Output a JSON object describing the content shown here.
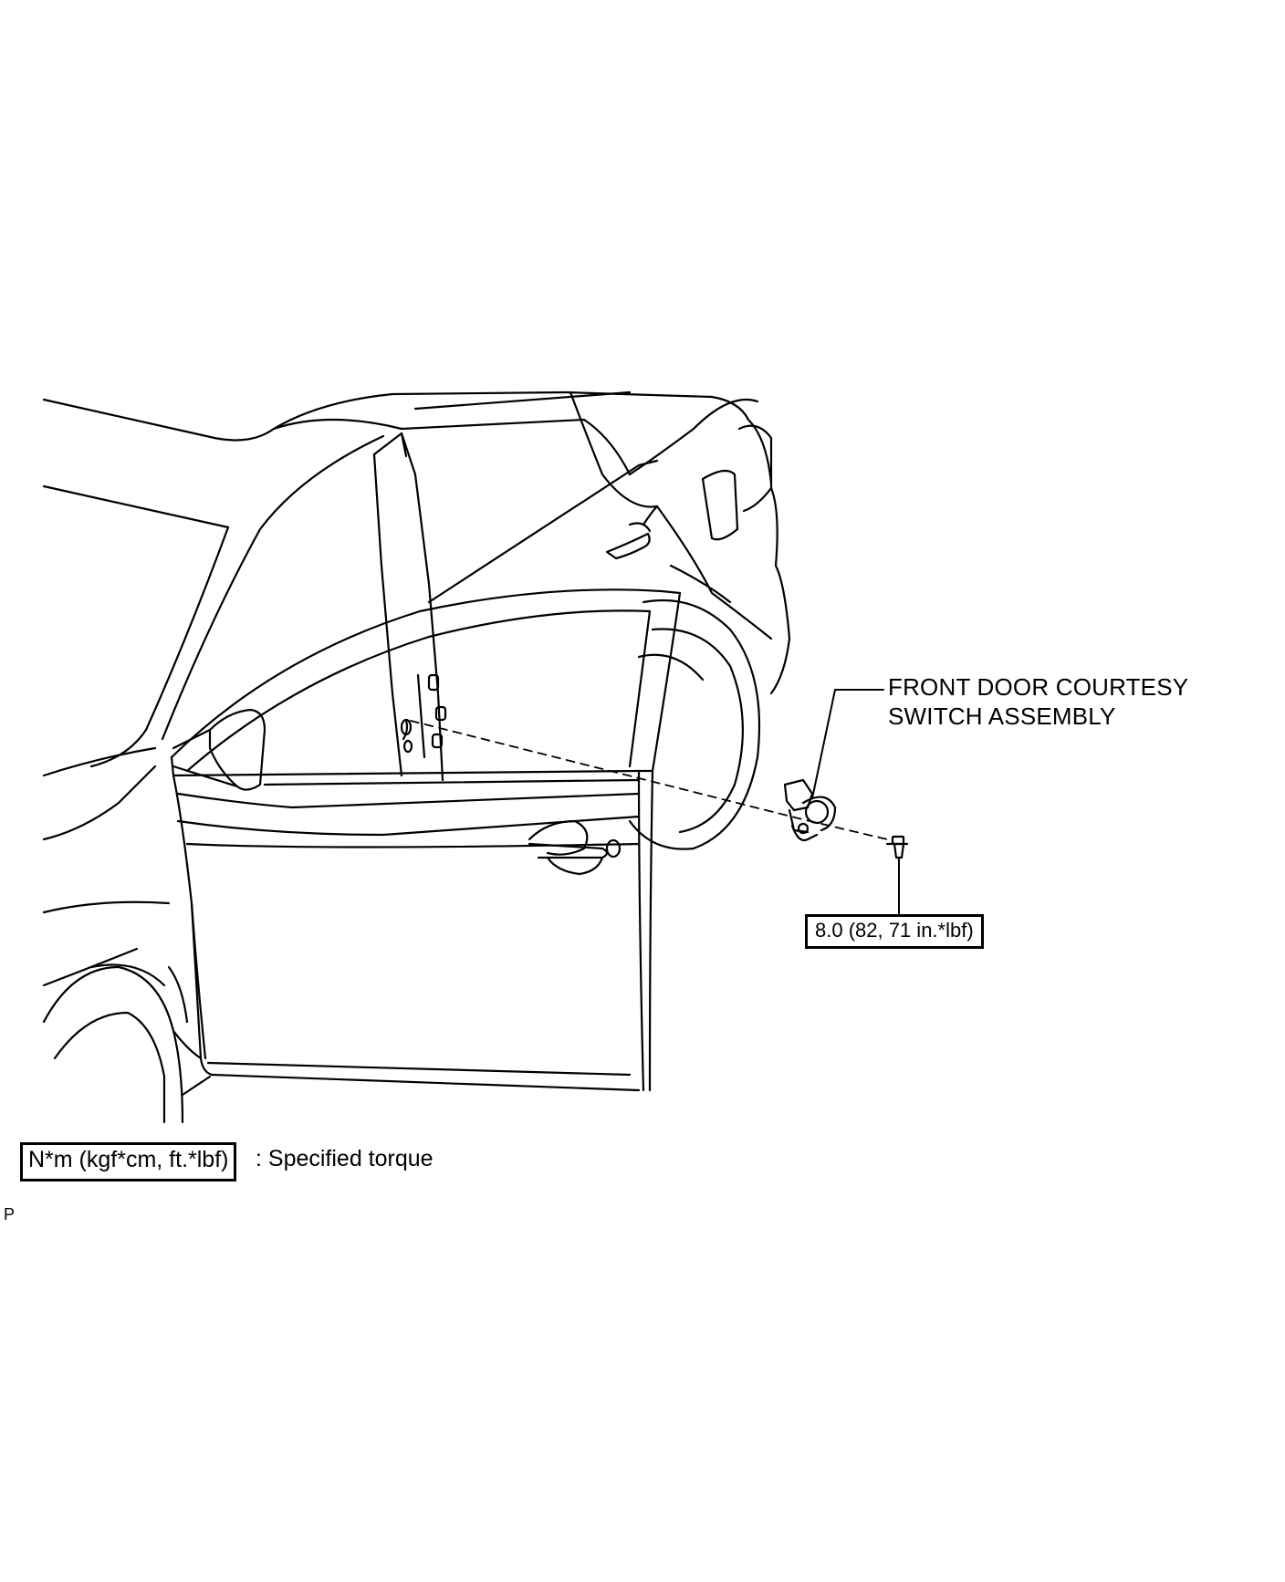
{
  "diagram": {
    "part_label_line1": "FRONT DOOR COURTESY",
    "part_label_line2": "SWITCH ASSEMBLY",
    "torque_value": "8.0 (82, 71 in.*lbf)",
    "legend_unit": "N*m (kgf*cm, ft.*lbf)",
    "legend_desc": ": Specified torque",
    "corner_code": "P"
  },
  "colors": {
    "line": "#000000",
    "background": "#ffffff"
  }
}
